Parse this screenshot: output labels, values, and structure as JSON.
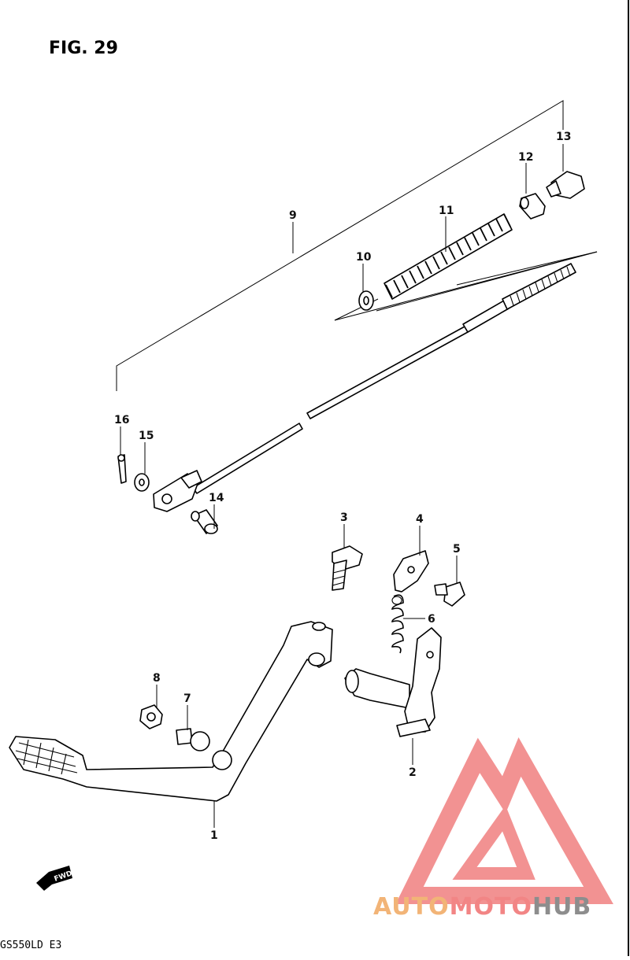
{
  "figure": {
    "title": "FIG. 29",
    "model_code": "GS550LD E3",
    "fwd_label": "FWD"
  },
  "parts": [
    {
      "id": "1",
      "label": "1"
    },
    {
      "id": "2",
      "label": "2"
    },
    {
      "id": "3",
      "label": "3"
    },
    {
      "id": "4",
      "label": "4"
    },
    {
      "id": "5",
      "label": "5"
    },
    {
      "id": "6",
      "label": "6"
    },
    {
      "id": "7",
      "label": "7"
    },
    {
      "id": "8",
      "label": "8"
    },
    {
      "id": "9",
      "label": "9"
    },
    {
      "id": "10",
      "label": "10"
    },
    {
      "id": "11",
      "label": "11"
    },
    {
      "id": "12",
      "label": "12"
    },
    {
      "id": "13",
      "label": "13"
    },
    {
      "id": "14",
      "label": "14"
    },
    {
      "id": "15",
      "label": "15"
    },
    {
      "id": "16",
      "label": "16"
    }
  ],
  "watermark": {
    "part1": "AUTO",
    "part2": "MOTO",
    "part3": "HUB",
    "color_triangle": "#f08080",
    "color_auto": "#f0a860",
    "color_hub": "#7a7a7a"
  }
}
